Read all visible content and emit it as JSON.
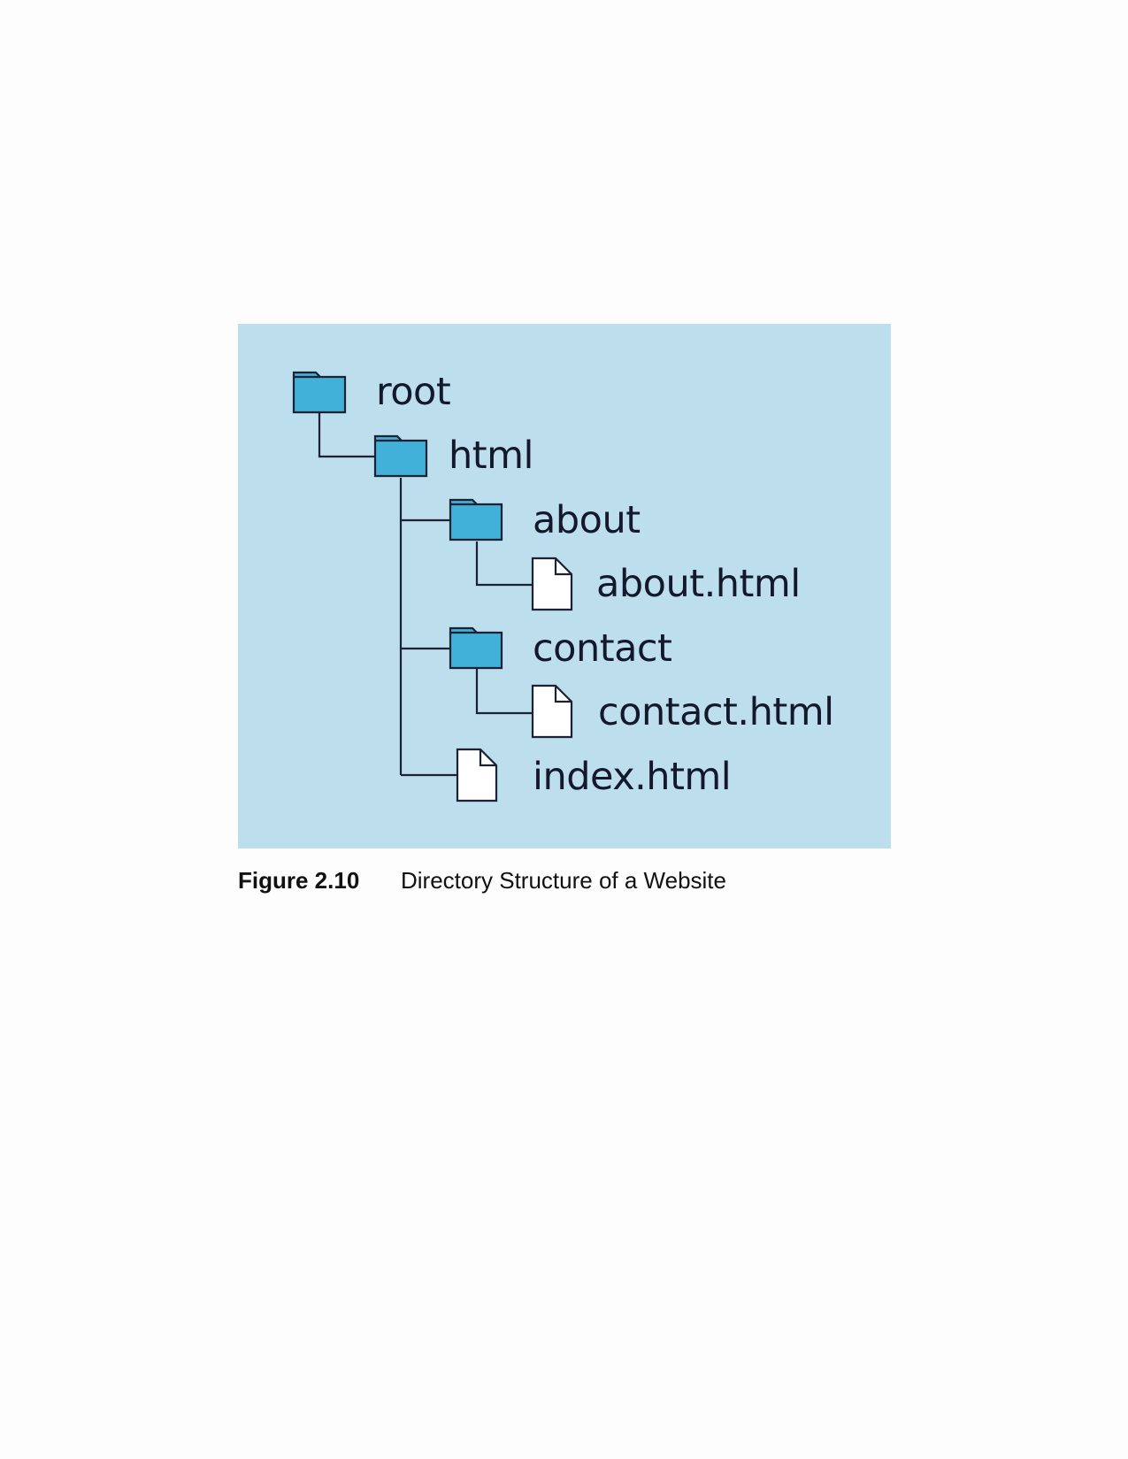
{
  "diagram": {
    "nodes": [
      {
        "id": "root",
        "label": "root",
        "kind": "folder"
      },
      {
        "id": "html",
        "label": "html",
        "kind": "folder"
      },
      {
        "id": "about",
        "label": "about",
        "kind": "folder"
      },
      {
        "id": "about_html",
        "label": "about.html",
        "kind": "file"
      },
      {
        "id": "contact",
        "label": "contact",
        "kind": "folder"
      },
      {
        "id": "contact_html",
        "label": "contact.html",
        "kind": "file"
      },
      {
        "id": "index_html",
        "label": "index.html",
        "kind": "file"
      }
    ],
    "edges": [
      [
        "root",
        "html"
      ],
      [
        "html",
        "about"
      ],
      [
        "about",
        "about_html"
      ],
      [
        "html",
        "contact"
      ],
      [
        "contact",
        "contact_html"
      ],
      [
        "html",
        "index_html"
      ]
    ],
    "colors": {
      "background": "#bddeed",
      "folder": "#41b1da",
      "file": "#ffffff",
      "line": "#1c2233"
    }
  },
  "caption": {
    "number": "Figure 2.10",
    "text": "Directory Structure of a Website"
  }
}
